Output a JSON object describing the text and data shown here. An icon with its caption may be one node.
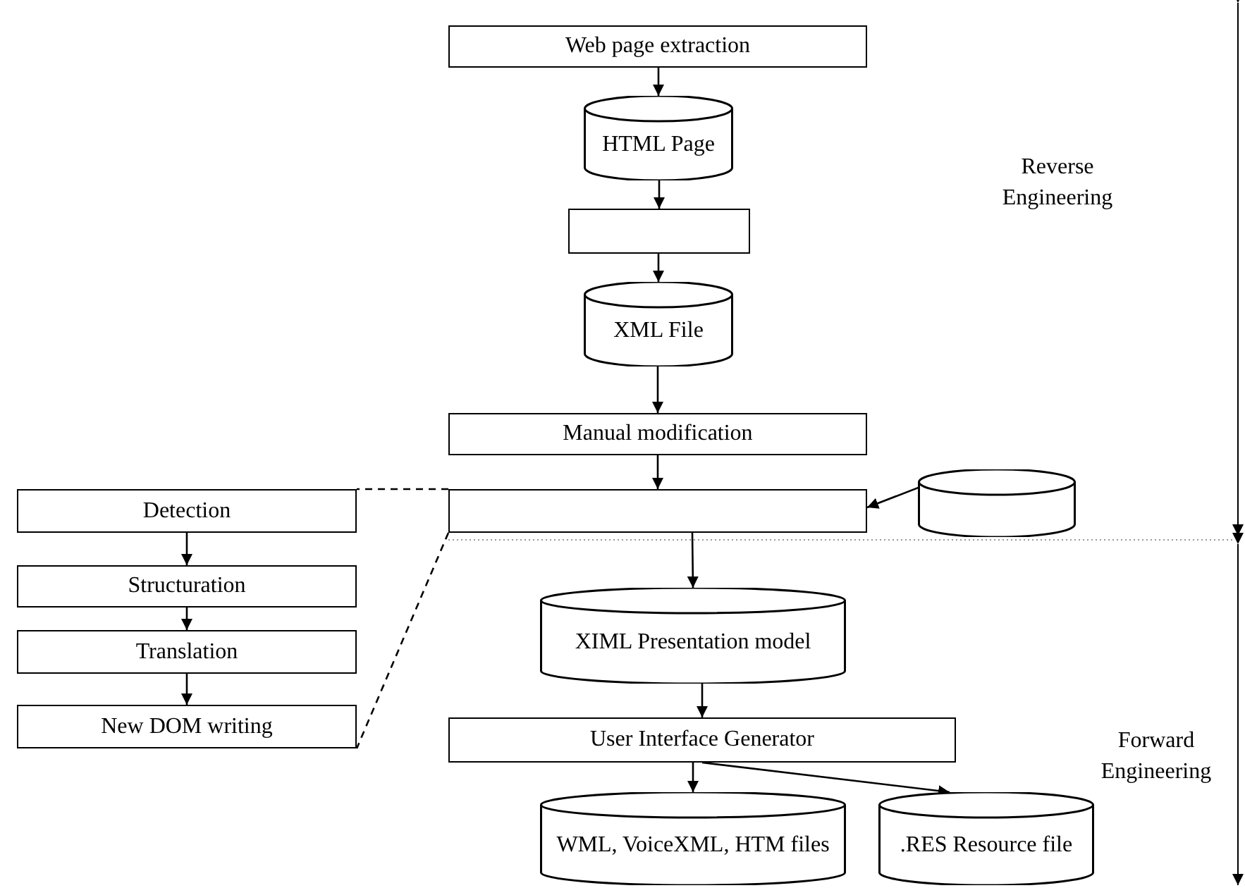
{
  "diagram": {
    "nodes": [
      {
        "text": [
          "Web page extraction"
        ]
      },
      {
        "text": [
          "HTML Page"
        ]
      },
      {
        "text": [],
        "shape": "box"
      },
      {
        "text": [
          "XML File"
        ]
      },
      {
        "text": [
          "Manual modification"
        ]
      },
      {
        "text": [],
        "shape": "box"
      },
      {
        "text": [],
        "shape": "cylinder"
      },
      {
        "text": [
          "Detection"
        ]
      },
      {
        "text": [
          "Structuration"
        ]
      },
      {
        "text": [
          "Translation"
        ]
      },
      {
        "text": [
          "New DOM writing"
        ]
      },
      {
        "text": [
          "XIML Presentation model"
        ]
      },
      {
        "text": [
          "User Interface Generator"
        ]
      },
      {
        "text": [
          "WML, VoiceXML, HTM files"
        ]
      },
      {
        "text": [
          ".RES Resource file"
        ]
      }
    ],
    "edges": [
      {
        "from": 0,
        "to": 1,
        "arrow": "to"
      },
      {
        "from": 1,
        "to": 2,
        "arrow": "to"
      },
      {
        "from": 2,
        "to": 3,
        "arrow": "to"
      },
      {
        "from": 3,
        "to": 4,
        "arrow": "to"
      },
      {
        "from": 4,
        "to": 5,
        "arrow": "to"
      },
      {
        "from": 6,
        "to": 5,
        "arrow": "to"
      },
      {
        "from": 5,
        "to": 7,
        "arrow": "none",
        "style": "dashed"
      },
      {
        "from": 5,
        "to": 10,
        "arrow": "none",
        "style": "dashed"
      },
      {
        "from": 7,
        "to": 8,
        "arrow": "to"
      },
      {
        "from": 8,
        "to": 9,
        "arrow": "to"
      },
      {
        "from": 9,
        "to": 10,
        "arrow": "to"
      },
      {
        "from": 5,
        "to": 11,
        "arrow": "to"
      },
      {
        "from": 11,
        "to": 12,
        "arrow": "to"
      },
      {
        "from": 12,
        "to": 13,
        "arrow": "to"
      },
      {
        "from": 12,
        "to": 14,
        "arrow": "to"
      }
    ],
    "labels": [
      "Reverse Engineering",
      "Forward Engineering"
    ]
  }
}
